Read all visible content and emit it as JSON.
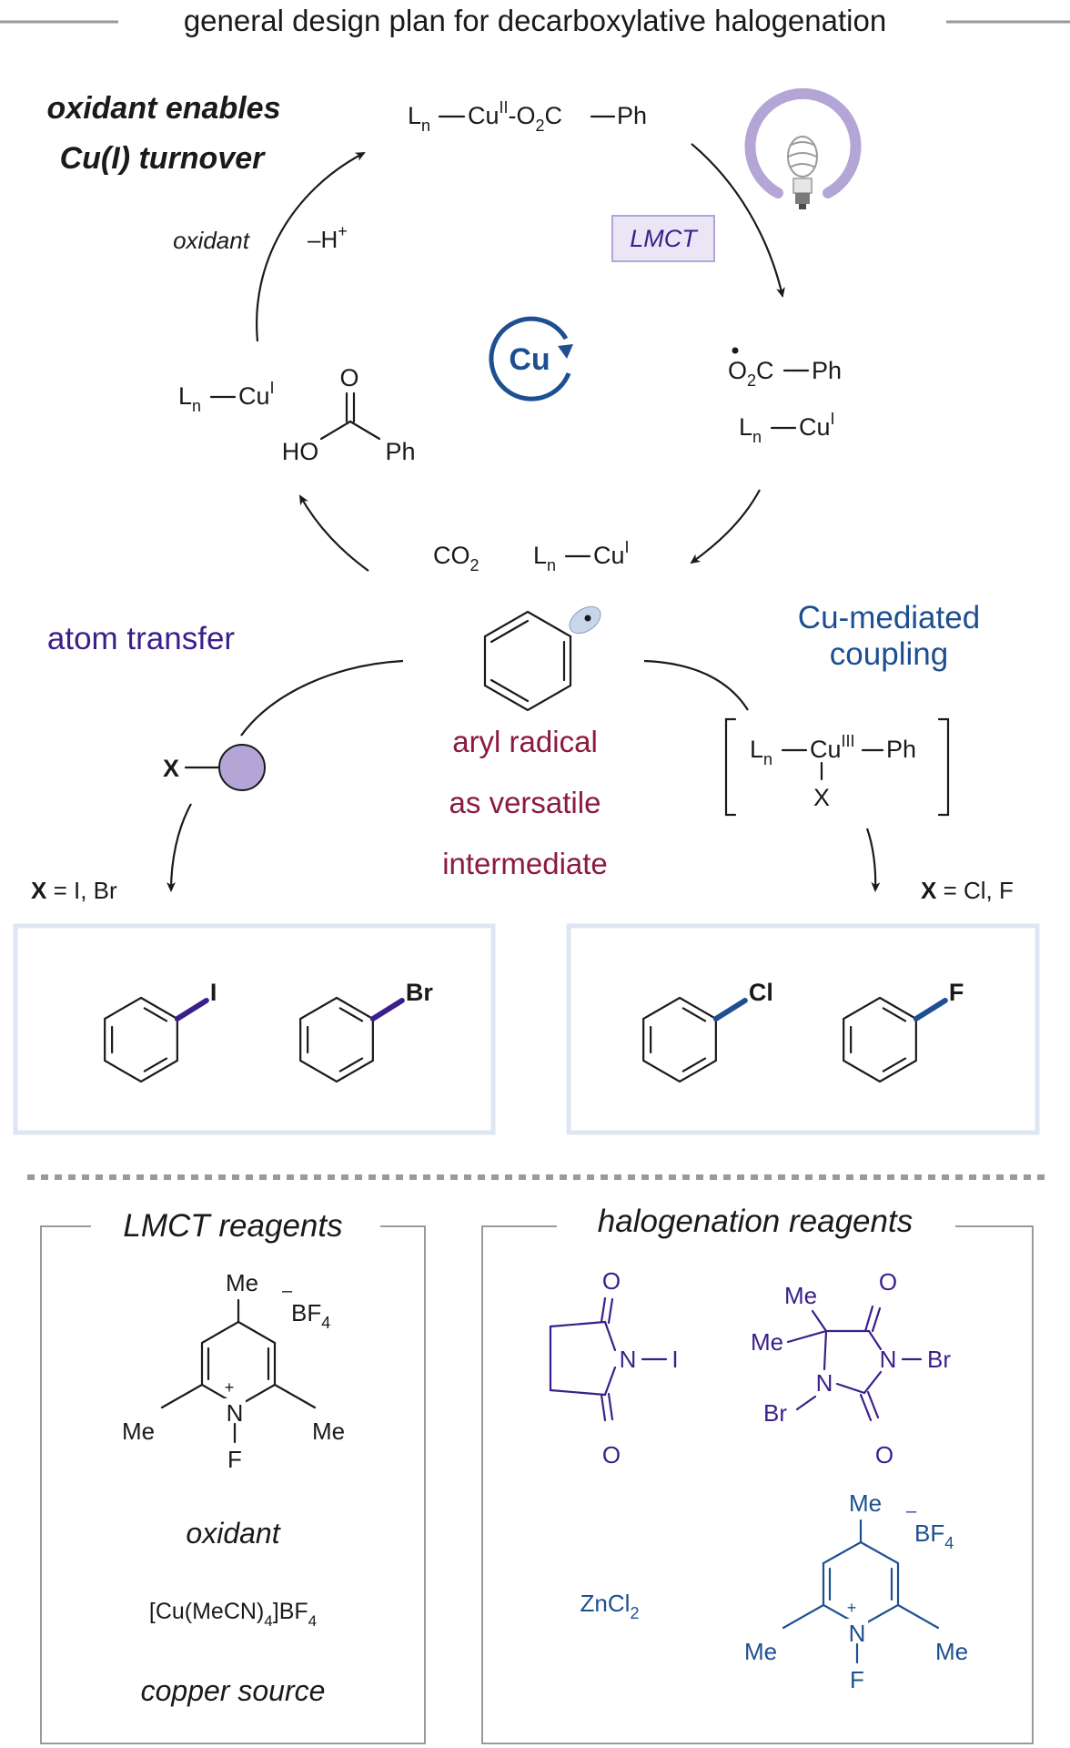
{
  "title": "general design plan for decarboxylative halogenation",
  "cycle": {
    "oxidant_note_line1": "oxidant enables",
    "oxidant_note_line2": "Cu(I) turnover",
    "cu_ii_carboxylate": {
      "Ln": "L",
      "n": "n",
      "Cu": "Cu",
      "ox": "II",
      "dash": "-O",
      "two": "2",
      "tail": "C",
      "Ph": "Ph"
    },
    "oxidant_label": "oxidant",
    "minus_h": "–H",
    "plus": "+",
    "lmct_label": "LMCT",
    "cu_center": "Cu",
    "radical_o2c": {
      "O": "O",
      "two": "2",
      "C": "C",
      "Ph": "Ph"
    },
    "cu_i_right": {
      "L": "L",
      "n": "n",
      "Cu": "Cu",
      "ox": "I"
    },
    "cu_i_left": {
      "L": "L",
      "n": "n",
      "Cu": "Cu",
      "ox": "I"
    },
    "benzoic_acid": {
      "O": "O",
      "HO": "HO",
      "Ph": "Ph"
    },
    "co2": {
      "CO": "CO",
      "two": "2"
    },
    "cu_i_bottom": {
      "L": "L",
      "n": "n",
      "Cu": "Cu",
      "ox": "I"
    }
  },
  "branches": {
    "atom_transfer": "atom transfer",
    "cu_mediated_line1": "Cu-mediated",
    "cu_mediated_line2": "coupling",
    "aryl_radical_line1": "aryl radical",
    "aryl_radical_line2": "as versatile",
    "aryl_radical_line3": "intermediate",
    "x_atom": "X",
    "cu_iii": {
      "L": "L",
      "n": "n",
      "Cu": "Cu",
      "ox": "III",
      "Ph": "Ph",
      "X": "X"
    },
    "left_condition": {
      "X": "X",
      "rest": " = I, Br"
    },
    "right_condition": {
      "X": "X",
      "rest": " = Cl, F"
    }
  },
  "products": [
    "I",
    "Br",
    "Cl",
    "F"
  ],
  "reagents": {
    "lmct_title": "LMCT reagents",
    "halogenation_title": "halogenation reagents",
    "pyridinium": {
      "Me_top": "Me",
      "BF": "BF",
      "four": "4",
      "minus": "–",
      "plus": "+",
      "N": "N",
      "F": "F",
      "Me_left": "Me",
      "Me_right": "Me"
    },
    "oxidant_caption": "oxidant",
    "copper_formula": {
      "a": "[Cu(MeCN)",
      "four": "4",
      "b": "]BF",
      "four2": "4"
    },
    "copper_caption": "copper source",
    "nis": {
      "O_top": "O",
      "O_bottom": "O",
      "N": "N",
      "I": "I"
    },
    "dbdmh": {
      "Me1": "Me",
      "Me2": "Me",
      "O1": "O",
      "O2": "O",
      "N1": "N",
      "N2": "N",
      "Br1": "Br",
      "Br2": "Br"
    },
    "zncl2": {
      "a": "ZnCl",
      "two": "2"
    }
  },
  "colors": {
    "purple": "#3a1f8a",
    "navy": "#1d4f91",
    "maroon": "#8b1a3c",
    "lavender": "#b3a6d6",
    "box": "#dfe6f3",
    "gray": "#9a9a9a"
  }
}
